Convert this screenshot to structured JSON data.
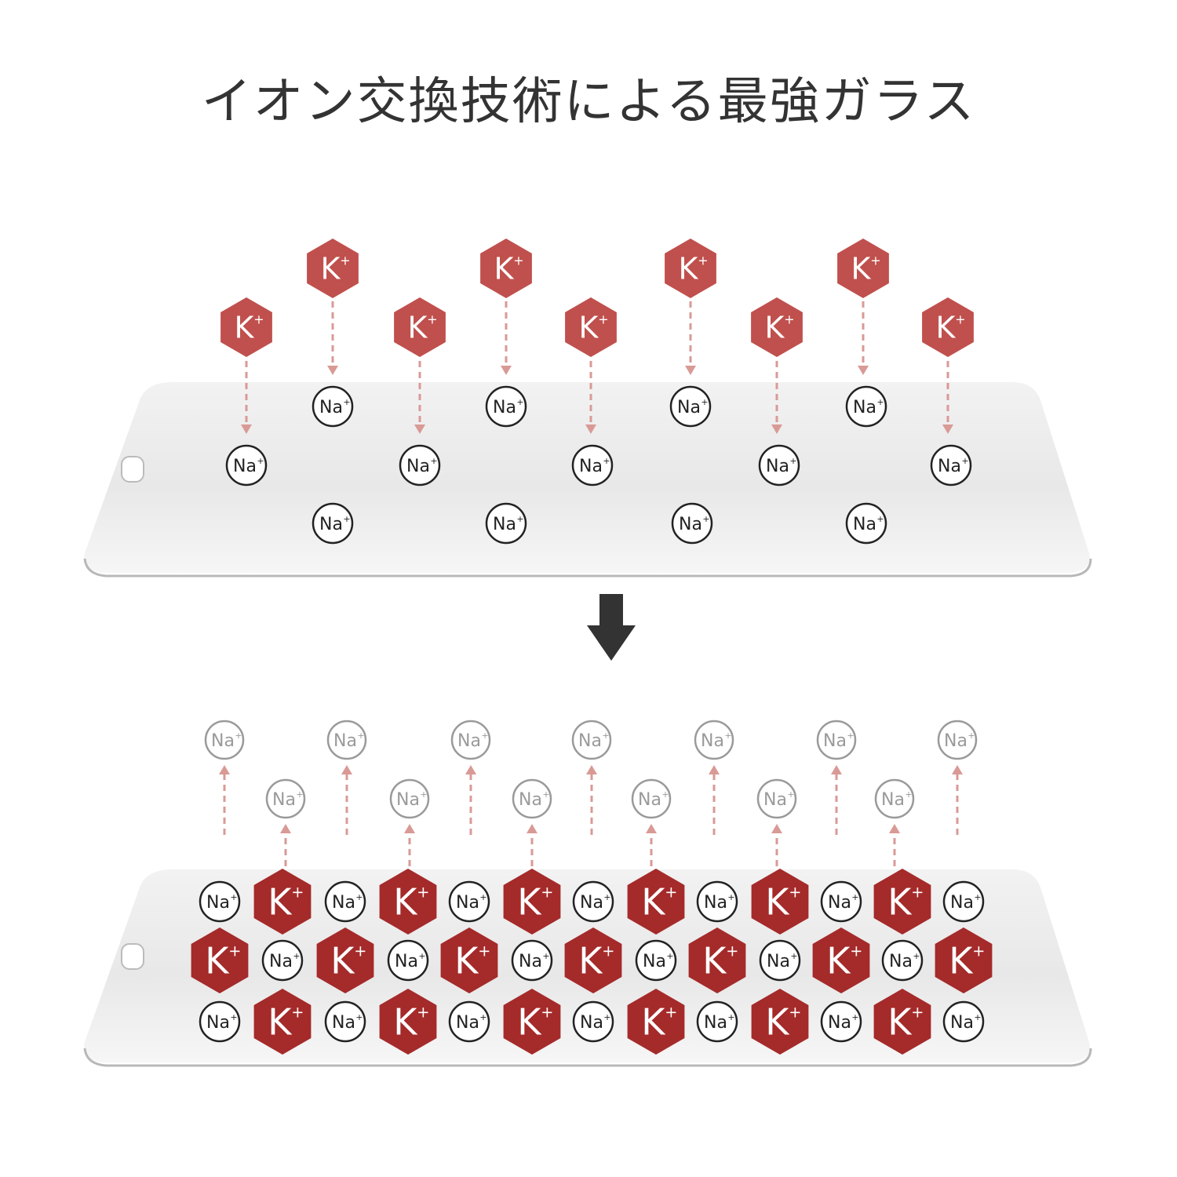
{
  "title": "イオン交換技術による最強ガラス",
  "ion_labels": {
    "potassium": "K",
    "sodium": "Na",
    "charge": "+"
  },
  "colors": {
    "k_top": "#c0504d",
    "k_bottom": "#a52a2a",
    "arrow_dash": "#d99a96",
    "na_active": "#222222",
    "na_released": "#9a9a9a",
    "glass": "#ededed",
    "glass_edge": "#bdbdbd",
    "big_arrow": "#333333"
  },
  "icons": {
    "transition_arrow": "down-arrow-icon",
    "glass_notch": "notch-icon"
  }
}
